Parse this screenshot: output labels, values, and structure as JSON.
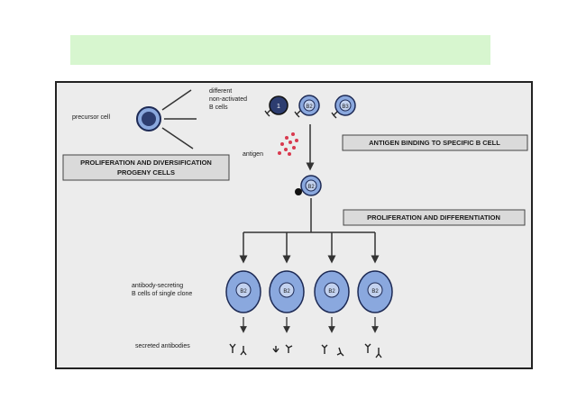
{
  "labels": {
    "precursor": "precursor cell",
    "nonactivated_1": "different",
    "nonactivated_2": "non-activated",
    "nonactivated_3": "B cells",
    "antigen": "antigen",
    "prolif_box_1": "PROLIFERATION AND DIVERSIFICATION",
    "prolif_box_2": "PROGENY CELLS",
    "antigen_binding": "ANTIGEN BINDING TO SPECIFIC B CELL",
    "prolif_diff": "PROLIFERATION AND DIFFERENTIATION",
    "secreting_1": "antibody-secreting",
    "secreting_2": "B cells of single clone",
    "secreted": "secreted antibodies"
  },
  "cells": {
    "b1": "1",
    "b2": "B2",
    "b3": "B3",
    "bound": "B2",
    "clone": [
      "B2",
      "B2",
      "B2",
      "B2"
    ]
  },
  "colors": {
    "banner": "#d7f6cf",
    "panel": "#ececec",
    "cell_fill": "#8aa8de",
    "cell_dark": "#2d3d70",
    "antigen": "#d9394e"
  }
}
